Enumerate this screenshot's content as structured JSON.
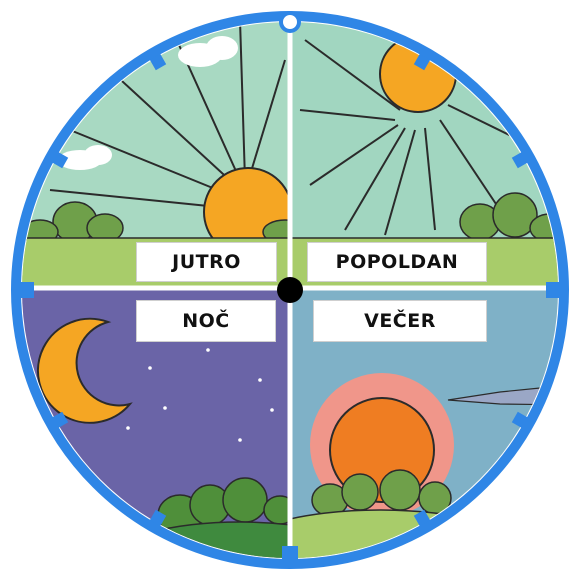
{
  "wheel": {
    "segments": [
      {
        "id": "morning",
        "label": "JUTRO",
        "sky_color": "#a8d9c2"
      },
      {
        "id": "afternoon",
        "label": "POPOLDAN",
        "sky_color": "#a1d6c0"
      },
      {
        "id": "night",
        "label": "NOČ",
        "sky_color": "#6a64a7"
      },
      {
        "id": "evening",
        "label": "VEČER",
        "sky_color": "#7fb1c7"
      }
    ],
    "colors": {
      "rim": "#2f86e6",
      "sun": "#f5a623",
      "sunset_sun": "#ef7d22",
      "sunset_glow": "#f0968a",
      "hub": "#000000",
      "grass": "#a8cc6a",
      "trees": "#6fa04a"
    },
    "icons": [
      "sun-icon",
      "moon-icon",
      "sunset-icon",
      "cloud-icon",
      "star-icon"
    ]
  }
}
